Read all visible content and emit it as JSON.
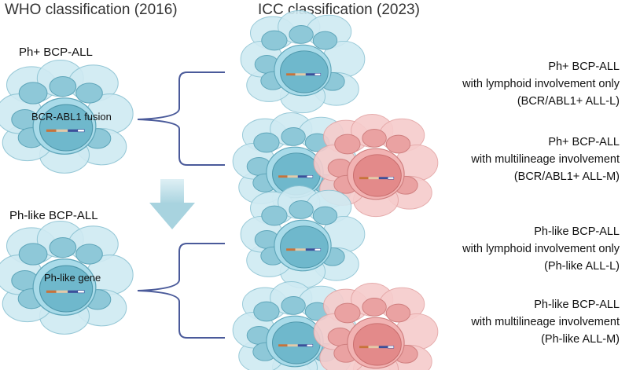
{
  "headings": {
    "who": "WHO classification (2016)",
    "icc": "ICC classification (2023)"
  },
  "left": {
    "ph_positive": {
      "title": "Ph+ BCP-ALL",
      "cell_label": "BCR-ABL1 fusion"
    },
    "ph_like": {
      "title": "Ph-like BCP-ALL",
      "cell_label": "Ph-like gene"
    }
  },
  "outcomes": [
    {
      "line1": "Ph+ BCP-ALL",
      "line2": "with lymphoid involvement only",
      "line3": "(BCR/ABL1+ ALL-L)"
    },
    {
      "line1": "Ph+ BCP-ALL",
      "line2": "with multilineage involvement",
      "line3": "(BCR/ABL1+ ALL-M)"
    },
    {
      "line1": "Ph-like BCP-ALL",
      "line2": "with lymphoid involvement only",
      "line3": "(Ph-like ALL-L)"
    },
    {
      "line1": "Ph-like BCP-ALL",
      "line2": "with multilineage involvement",
      "line3": "(Ph-like ALL-M)"
    }
  ],
  "colors": {
    "blue_cell": "#a9dbe9",
    "blue_nucleus": "#6fb8cc",
    "red_cell": "#f2b3b3",
    "red_nucleus": "#e38a8a",
    "bracket": "#4a5a9a",
    "arrow": "#a8d3df"
  }
}
